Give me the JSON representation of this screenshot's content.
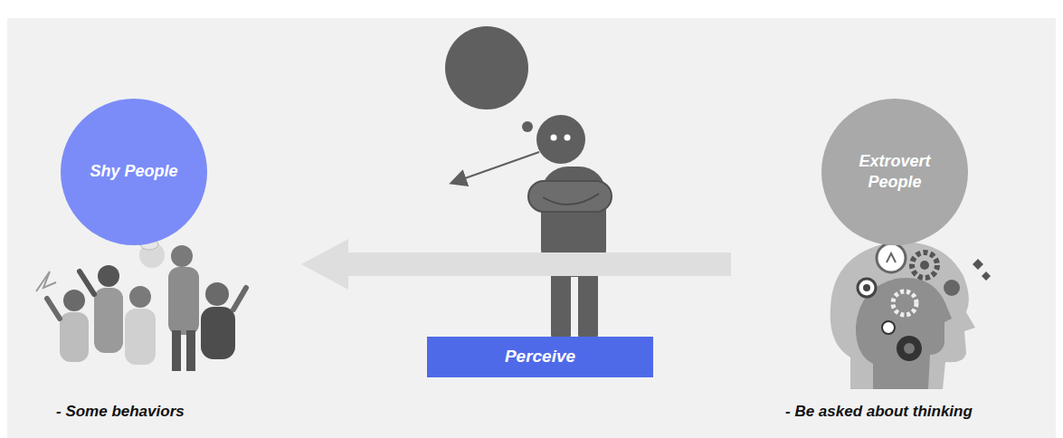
{
  "diagram": {
    "nodes": [
      {
        "text": [
          "Shy People"
        ]
      },
      {
        "text": [
          "Perceive"
        ]
      },
      {
        "text": [
          "Extrovert People"
        ]
      }
    ],
    "edges": [
      {
        "from": 2,
        "to": 0,
        "arrow": "to"
      }
    ],
    "labels": [
      "- Some behaviors",
      "- Be asked about thinking"
    ]
  }
}
